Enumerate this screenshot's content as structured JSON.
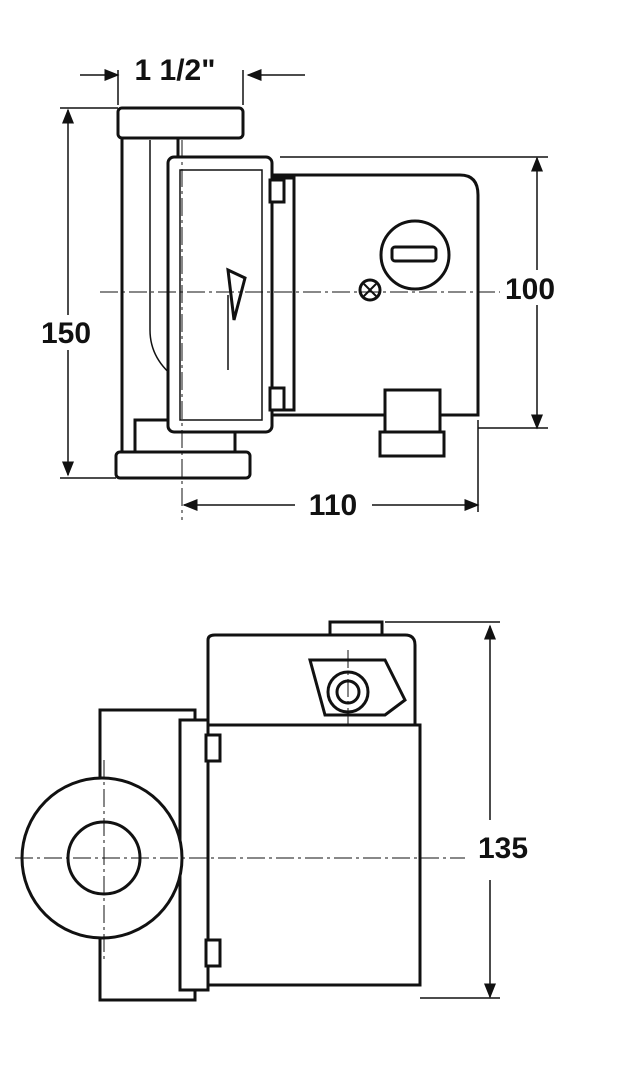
{
  "drawing": {
    "dimensions": {
      "connection": "1 1/2\"",
      "height": "150",
      "motor_height": "100",
      "depth": "110",
      "width": "135"
    },
    "colors": {
      "line": "#111111",
      "background": "#ffffff"
    }
  }
}
